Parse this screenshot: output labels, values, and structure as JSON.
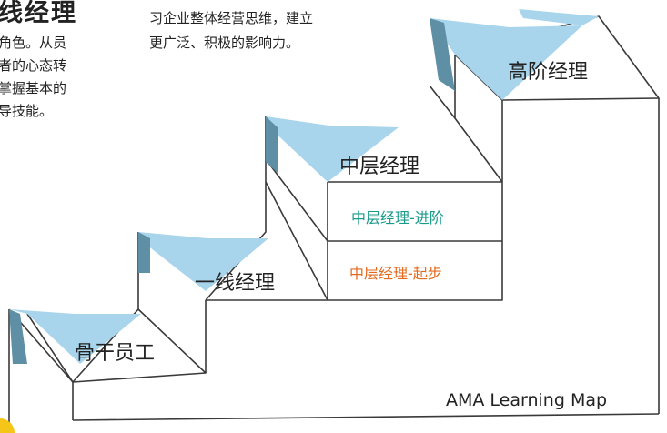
{
  "left_text": {
    "title_fragment": "线经理",
    "lines": [
      "角色。从员",
      "者的心态转",
      "掌握基本的",
      "导技能。"
    ]
  },
  "top_text": {
    "lines": [
      "习企业整体经营思维，建立",
      "更广泛、积极的影响力。"
    ]
  },
  "steps": {
    "step1": "骨干员工",
    "step2": "一线经理",
    "step3": "中层经理",
    "step3_advanced": "中层经理-进阶",
    "step3_beginner": "中层经理-起步",
    "step4": "高阶经理"
  },
  "footer": {
    "brand": "AMA Learning Map"
  },
  "colors": {
    "tread": "#a8d4ec",
    "riser_side": "#5f8fa5",
    "outline": "#3a3a3a",
    "advanced_text": "#1a9a8a",
    "beginner_text": "#e26a1f",
    "accent_yellow": "#f5c518"
  }
}
